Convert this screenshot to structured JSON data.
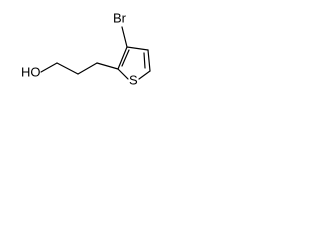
{
  "molecule": {
    "labels": {
      "hydroxyl": "HO",
      "bromine": "Br",
      "sulfur": "S"
    },
    "colors": {
      "hydroxyl": "#000000",
      "bromine": "#000000",
      "sulfur": "#c8b400",
      "bond": "#000000"
    }
  }
}
